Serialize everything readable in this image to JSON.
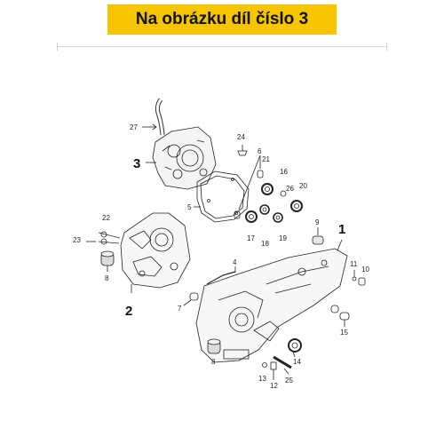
{
  "header": {
    "title": "Na obrázku díl číslo 3",
    "background": "#f6c500"
  },
  "callouts": [
    {
      "id": "l1",
      "text": "1"
    },
    {
      "id": "l2",
      "text": "2"
    },
    {
      "id": "l3",
      "text": "3"
    },
    {
      "id": "l4",
      "text": "4"
    },
    {
      "id": "l5",
      "text": "5"
    },
    {
      "id": "l6",
      "text": "6"
    },
    {
      "id": "l7",
      "text": "7"
    },
    {
      "id": "l8a",
      "text": "8"
    },
    {
      "id": "l8b",
      "text": "8"
    },
    {
      "id": "l9",
      "text": "9"
    },
    {
      "id": "l10",
      "text": "10"
    },
    {
      "id": "l11",
      "text": "11"
    },
    {
      "id": "l12",
      "text": "12"
    },
    {
      "id": "l13",
      "text": "13"
    },
    {
      "id": "l14",
      "text": "14"
    },
    {
      "id": "l15",
      "text": "15"
    },
    {
      "id": "l16",
      "text": "16"
    },
    {
      "id": "l17",
      "text": "17"
    },
    {
      "id": "l18",
      "text": "18"
    },
    {
      "id": "l19",
      "text": "19"
    },
    {
      "id": "l20",
      "text": "20"
    },
    {
      "id": "l21",
      "text": "21"
    },
    {
      "id": "l22",
      "text": "22"
    },
    {
      "id": "l23",
      "text": "23"
    },
    {
      "id": "l24",
      "text": "24"
    },
    {
      "id": "l25",
      "text": "25"
    },
    {
      "id": "l26",
      "text": "26"
    },
    {
      "id": "l27",
      "text": "27"
    }
  ]
}
